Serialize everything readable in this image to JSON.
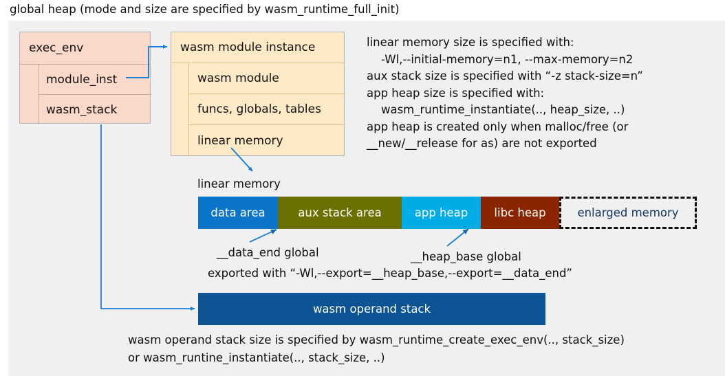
{
  "title": "global heap (mode and size are specified by wasm_runtime_full_init)",
  "exec_env": {
    "header": "exec_env",
    "rows": [
      {
        "label": "module_inst"
      },
      {
        "label": "wasm_stack"
      }
    ]
  },
  "module_instance": {
    "header": "wasm module instance",
    "rows": [
      {
        "label": "wasm module"
      },
      {
        "label": "funcs, globals, tables"
      },
      {
        "label": "linear memory"
      }
    ]
  },
  "side_note": "linear memory size is specified with:\n    -Wl,--initial-memory=n1, --max-memory=n2\naux stack size is specified with “-z stack-size=n”\napp heap size is specified with:\n    wasm_runtime_instantiate(.., heap_size, ..)\napp heap is created only when malloc/free (or\n__new/__release for as) are not exported",
  "linear_memory": {
    "label": "linear memory",
    "segments": [
      {
        "name": "data area",
        "color": "#0b75c9",
        "text_color": "#ffffff"
      },
      {
        "name": "aux stack area",
        "color": "#6b7000",
        "text_color": "#ffffff"
      },
      {
        "name": "app heap",
        "color": "#00ace6",
        "text_color": "#ffffff"
      },
      {
        "name": "libc heap",
        "color": "#8b2500",
        "text_color": "#ffffff"
      },
      {
        "name": "enlarged memory",
        "color": "#f0f0f0",
        "text_color": "#14365f"
      }
    ]
  },
  "annotations": {
    "data_end": "__data_end global",
    "heap_base": "__heap_base global",
    "exported": "exported with “-Wl,--export=__heap_base,--export=__data_end”"
  },
  "operand_stack": {
    "label": "wasm operand stack",
    "color": "#0d5494",
    "note": "wasm operand stack size is specified by wasm_runtime_create_exec_env(.., stack_size)\nor wasm_runtine_instantiate(.., stack_size, ..)"
  },
  "colors": {
    "canvas": "#f0f0f0",
    "exec_env_fill": "#fbd9ca",
    "module_instance_fill": "#fce9c6",
    "connector": "#1a7fd4"
  }
}
